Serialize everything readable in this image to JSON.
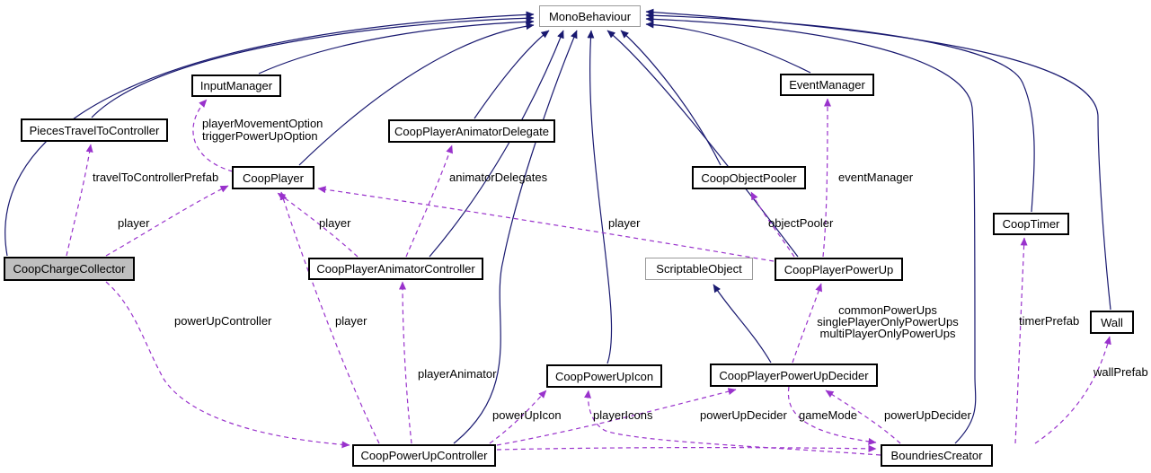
{
  "diagram": {
    "kind": "class-collaboration-diagram",
    "colors": {
      "inheritance_edge": "#191970",
      "usage_edge": "#9932cc",
      "node_border": "#000000",
      "external_node_border": "#9a9a9a",
      "current_node_fill": "#bfbfbf",
      "background": "#ffffff"
    },
    "nodes": [
      {
        "id": "MonoBehaviour",
        "label": "MonoBehaviour",
        "type": "external"
      },
      {
        "id": "InputManager",
        "label": "InputManager",
        "type": "class"
      },
      {
        "id": "EventManager",
        "label": "EventManager",
        "type": "class"
      },
      {
        "id": "PiecesTravelToController",
        "label": "PiecesTravelToController",
        "type": "class"
      },
      {
        "id": "CoopPlayerAnimatorDelegate",
        "label": "CoopPlayerAnimatorDelegate",
        "type": "class"
      },
      {
        "id": "CoopPlayer",
        "label": "CoopPlayer",
        "type": "class"
      },
      {
        "id": "CoopObjectPooler",
        "label": "CoopObjectPooler",
        "type": "class"
      },
      {
        "id": "CoopTimer",
        "label": "CoopTimer",
        "type": "class"
      },
      {
        "id": "CoopChargeCollector",
        "label": "CoopChargeCollector",
        "type": "current"
      },
      {
        "id": "CoopPlayerAnimatorController",
        "label": "CoopPlayerAnimatorController",
        "type": "class"
      },
      {
        "id": "ScriptableObject",
        "label": "ScriptableObject",
        "type": "external"
      },
      {
        "id": "CoopPlayerPowerUp",
        "label": "CoopPlayerPowerUp",
        "type": "class"
      },
      {
        "id": "Wall",
        "label": "Wall",
        "type": "class"
      },
      {
        "id": "CoopPowerUpIcon",
        "label": "CoopPowerUpIcon",
        "type": "class"
      },
      {
        "id": "CoopPlayerPowerUpDecider",
        "label": "CoopPlayerPowerUpDecider",
        "type": "class"
      },
      {
        "id": "CoopPowerUpController",
        "label": "CoopPowerUpController",
        "type": "class"
      },
      {
        "id": "BoundriesCreator",
        "label": "BoundriesCreator",
        "type": "class"
      }
    ],
    "edges": [
      {
        "from": "CoopPlayer",
        "to": "InputManager",
        "type": "usage",
        "label_lines": [
          "playerMovementOption",
          "triggerPowerUpOption"
        ]
      },
      {
        "from": "CoopChargeCollector",
        "to": "PiecesTravelToController",
        "type": "usage",
        "label": "travelToControllerPrefab"
      },
      {
        "from": "CoopChargeCollector",
        "to": "CoopPlayer",
        "type": "usage",
        "label": "player"
      },
      {
        "from": "CoopChargeCollector",
        "to": "CoopPowerUpController",
        "type": "usage",
        "label": "powerUpController"
      },
      {
        "from": "CoopPlayerAnimatorController",
        "to": "CoopPlayer",
        "type": "usage",
        "label": "player"
      },
      {
        "from": "CoopPlayerAnimatorController",
        "to": "CoopPlayerAnimatorDelegate",
        "type": "usage",
        "label": "animatorDelegates"
      },
      {
        "from": "CoopPlayerPowerUp",
        "to": "CoopPlayer",
        "type": "usage",
        "label": "player"
      },
      {
        "from": "CoopPlayerPowerUp",
        "to": "CoopObjectPooler",
        "type": "usage",
        "label": "objectPooler"
      },
      {
        "from": "CoopPlayerPowerUp",
        "to": "EventManager",
        "type": "usage",
        "label": "eventManager"
      },
      {
        "from": "CoopPlayerPowerUpDecider",
        "to": "CoopPlayerPowerUp",
        "type": "usage",
        "label_lines": [
          "commonPowerUps",
          "singlePlayerOnlyPowerUps",
          "multiPlayerOnlyPowerUps"
        ]
      },
      {
        "from": "CoopPowerUpController",
        "to": "CoopPlayer",
        "type": "usage",
        "label": "player"
      },
      {
        "from": "CoopPowerUpController",
        "to": "CoopPlayerAnimatorController",
        "type": "usage",
        "label": "playerAnimator"
      },
      {
        "from": "CoopPowerUpController",
        "to": "CoopPowerUpIcon",
        "type": "usage",
        "label": "powerUpIcon"
      },
      {
        "from": "BoundriesCreator",
        "to": "CoopPowerUpIcon",
        "type": "usage",
        "label": "playerIcons"
      },
      {
        "from": "CoopPowerUpController",
        "to": "CoopPlayerPowerUpDecider",
        "type": "usage",
        "label": "powerUpDecider"
      },
      {
        "from": "CoopPlayerPowerUpDecider",
        "to": "BoundriesCreator",
        "type": "usage",
        "label": "gameMode"
      },
      {
        "from": "BoundriesCreator",
        "to": "CoopPlayerPowerUpDecider",
        "type": "usage",
        "label": "powerUpDecider"
      },
      {
        "from": "CoopPowerUpController",
        "to": "BoundriesCreator",
        "type": "usage",
        "label": ""
      },
      {
        "from": "BoundriesCreator",
        "to": "CoopTimer",
        "type": "usage",
        "label": "timerPrefab"
      },
      {
        "from": "BoundriesCreator",
        "to": "Wall",
        "type": "usage",
        "label": "wallPrefab"
      },
      {
        "from": "CoopChargeCollector",
        "to": "MonoBehaviour",
        "type": "inheritance"
      },
      {
        "from": "PiecesTravelToController",
        "to": "MonoBehaviour",
        "type": "inheritance"
      },
      {
        "from": "InputManager",
        "to": "MonoBehaviour",
        "type": "inheritance"
      },
      {
        "from": "CoopPlayer",
        "to": "MonoBehaviour",
        "type": "inheritance"
      },
      {
        "from": "CoopPlayerAnimatorDelegate",
        "to": "MonoBehaviour",
        "type": "inheritance"
      },
      {
        "from": "CoopPlayerAnimatorController",
        "to": "MonoBehaviour",
        "type": "inheritance"
      },
      {
        "from": "CoopPowerUpController",
        "to": "MonoBehaviour",
        "type": "inheritance"
      },
      {
        "from": "CoopPowerUpIcon",
        "to": "MonoBehaviour",
        "type": "inheritance"
      },
      {
        "from": "CoopPlayerPowerUp",
        "to": "MonoBehaviour",
        "type": "inheritance"
      },
      {
        "from": "CoopObjectPooler",
        "to": "MonoBehaviour",
        "type": "inheritance"
      },
      {
        "from": "EventManager",
        "to": "MonoBehaviour",
        "type": "inheritance"
      },
      {
        "from": "BoundriesCreator",
        "to": "MonoBehaviour",
        "type": "inheritance"
      },
      {
        "from": "CoopTimer",
        "to": "MonoBehaviour",
        "type": "inheritance"
      },
      {
        "from": "Wall",
        "to": "MonoBehaviour",
        "type": "inheritance"
      },
      {
        "from": "CoopPlayerPowerUpDecider",
        "to": "ScriptableObject",
        "type": "inheritance"
      }
    ]
  }
}
